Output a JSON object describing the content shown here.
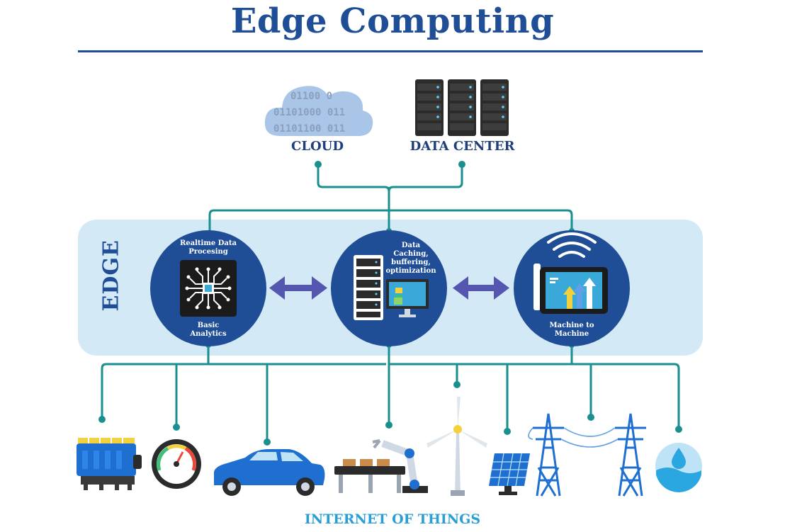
{
  "title": "Edge Computing",
  "top": {
    "cloud": {
      "label": "CLOUD",
      "binary": [
        "01100 0",
        "01101000 011",
        "01101100 011"
      ]
    },
    "data_center": {
      "label": "DATA CENTER"
    }
  },
  "edge": {
    "label": "EDGE",
    "nodes": [
      {
        "caption_top": [
          "Realtime Data",
          "Procesing"
        ],
        "caption_bottom": [
          "Basic",
          "Analytics"
        ],
        "icon": "processor-chip-icon"
      },
      {
        "caption_top": [
          "Data",
          "Caching,",
          "buffering,",
          "optimization"
        ],
        "icon": "server-monitor-icon"
      },
      {
        "caption_bottom": [
          "Machine to",
          "Machine"
        ],
        "icon": "wireless-tablet-chart-icon"
      }
    ]
  },
  "iot": {
    "label": "INTERNET OF THINGS",
    "devices": [
      "engine-block-icon",
      "speedometer-icon",
      "car-icon",
      "robot-arm-conveyor-icon",
      "wind-turbine-icon",
      "solar-panel-icon",
      "power-line-towers-icon",
      "water-drop-icon"
    ]
  },
  "colors": {
    "title": "#1f4e96",
    "edge_band": "#d4e9f6",
    "node_circle": "#1f4e96",
    "connector": "#1a8f8f",
    "arrow": "#5456b0",
    "iot_label": "#2a9fd6"
  }
}
